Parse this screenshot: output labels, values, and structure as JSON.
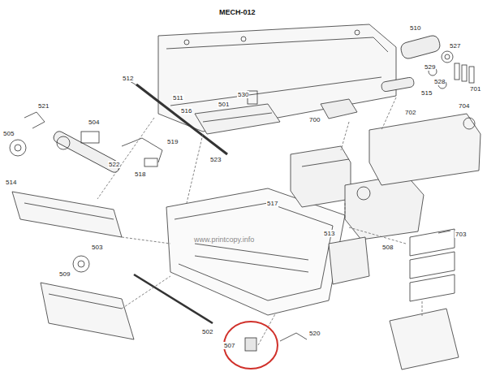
{
  "diagram": {
    "title": "MECH-012",
    "labels": [
      "510",
      "527",
      "529",
      "528",
      "701",
      "515",
      "512",
      "511",
      "501",
      "530",
      "516",
      "700",
      "521",
      "505",
      "504",
      "522",
      "519",
      "518",
      "523",
      "702",
      "704",
      "514",
      "517",
      "513",
      "508",
      "703",
      "509",
      "503",
      "502",
      "507",
      "520",
      "www.printcopy.info"
    ]
  }
}
